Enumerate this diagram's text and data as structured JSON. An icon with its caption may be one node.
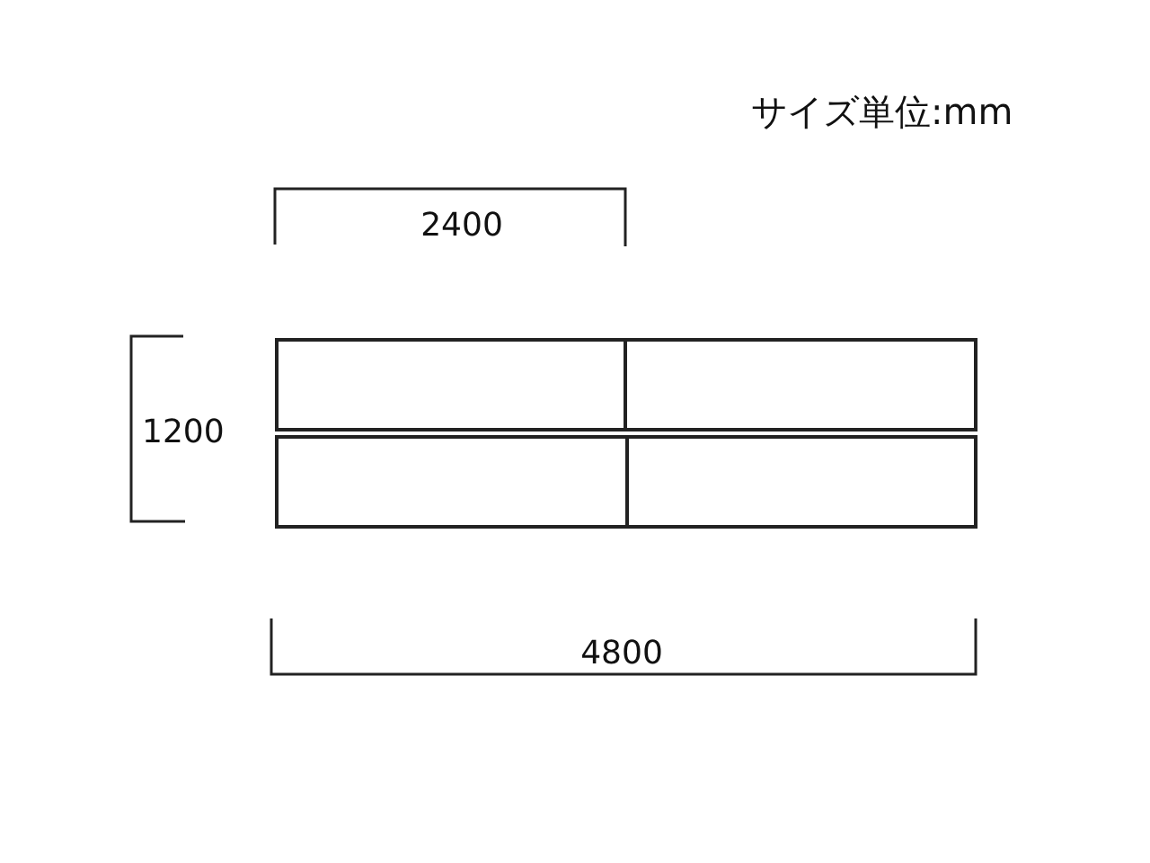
{
  "diagram": {
    "nodes": [
      {
        "text": [],
        "shape": "box"
      },
      {
        "text": [],
        "shape": "box"
      },
      {
        "text": [],
        "shape": "box"
      },
      {
        "text": [],
        "shape": "box"
      }
    ],
    "labels": [
      "サイズ単位:mm",
      "2400",
      "1200",
      "4800"
    ]
  }
}
